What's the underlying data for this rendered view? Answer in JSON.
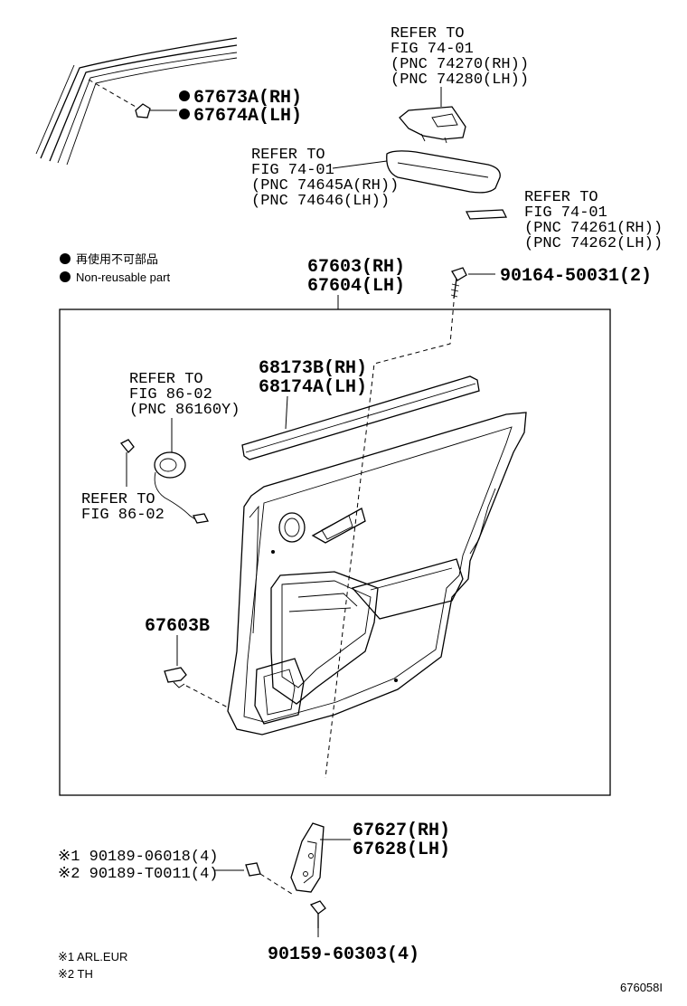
{
  "legend": {
    "bullet": "●",
    "items": [
      "再使用不可部品",
      "Non-reusable part"
    ]
  },
  "callouts": {
    "molding": [
      "67673A(RH)",
      "67674A(LH)"
    ],
    "switch_ref": [
      "REFER TO",
      "FIG 74-01",
      "(PNC 74270(RH))",
      "(PNC 74280(LH))"
    ],
    "armrest_ref": [
      "REFER TO",
      "FIG 74-01",
      "(PNC 74645A(RH))",
      "(PNC 74646(LH))"
    ],
    "pad_ref": [
      "REFER TO",
      "FIG 74-01",
      "(PNC 74261(RH))",
      "(PNC 74262(LH))"
    ],
    "trim_board": [
      "67603(RH)",
      "67604(LH)"
    ],
    "screw_top": "90164-50031(2)",
    "weatherstrip": [
      "68173B(RH)",
      "68174A(LH)"
    ],
    "speaker_ref": [
      "REFER TO",
      "FIG 86-02",
      "(PNC 86160Y)"
    ],
    "clip_ref": [
      "REFER TO",
      "FIG 86-02"
    ],
    "clip_part": "67603B",
    "bracket": [
      "67627(RH)",
      "67628(LH)"
    ],
    "bracket_bolts": [
      "※1 90189-06018(4)",
      "※2 90189-T0011(4)"
    ],
    "bracket_screw": "90159-60303(4)"
  },
  "footnotes": [
    "※1 ARL.EUR",
    "※2 TH"
  ],
  "figure_id": "676058I"
}
